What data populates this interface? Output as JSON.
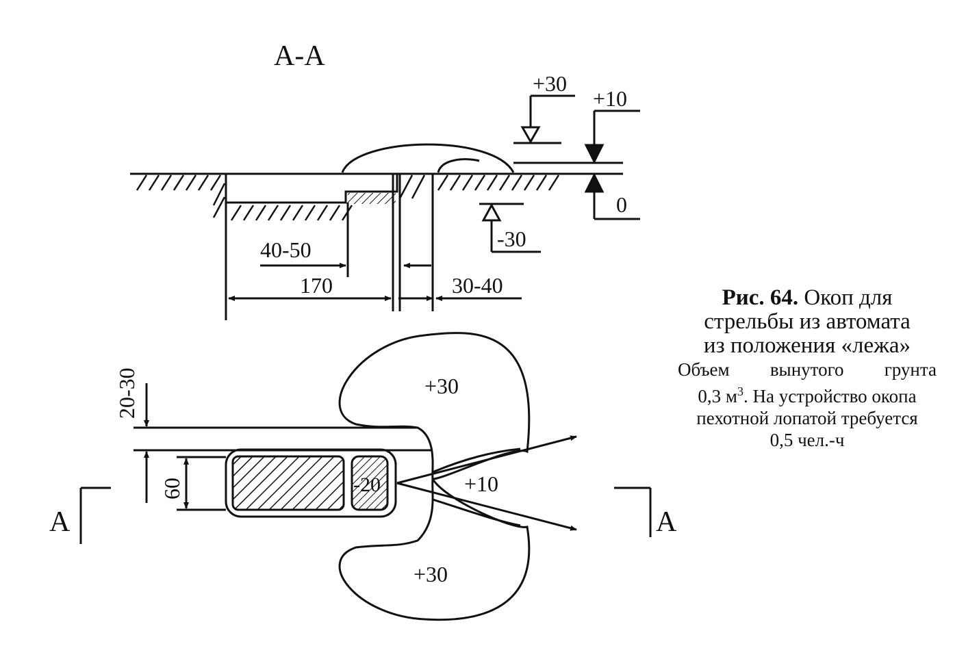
{
  "figure": {
    "section_title": "А-А",
    "section_marker": "А",
    "profile": {
      "elevation_plus30": "+30",
      "elevation_plus10": "+10",
      "elevation_zero": "0",
      "elevation_minus30": "-30",
      "dim_40_50": "40-50",
      "dim_170": "170",
      "dim_30_40": "30-40"
    },
    "plan": {
      "dim_20_30": "20-30",
      "dim_60": "60",
      "mark_minus20": "-20",
      "mark_plus30_top": "+30",
      "mark_plus10": "+10",
      "mark_plus30_bottom": "+30"
    }
  },
  "caption": {
    "label": "Рис. 64.",
    "title_line1": "Окоп для",
    "title_line2": "стрельбы из автомата",
    "title_line3": "из положения «лежа»",
    "note_line1": "Объем вынутого грунта",
    "note_line2_a": "0,3 м",
    "note_line2_sup": "3",
    "note_line2_b": ". На устройство окопа",
    "note_line3": "пехотной лопатой требуется",
    "note_line4": "0,5 чел.-ч"
  }
}
